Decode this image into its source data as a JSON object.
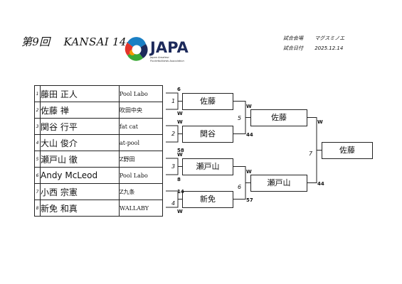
{
  "header": {
    "title_parts": [
      "第9回",
      "KANSAI 14-1"
    ],
    "logo_text": "JAPA",
    "logo_sub_1": "Japan Amateur",
    "logo_sub_2": "Pocketbilliards Association",
    "venue_label": "試合会場",
    "venue_value": "マグスミノエ",
    "date_label": "試合日付",
    "date_value": "2025.12.14"
  },
  "colors": {
    "logo_blue": "#1a7fc4",
    "logo_green": "#3aa935",
    "logo_red": "#e4332a",
    "logo_orange": "#f39800",
    "logo_navy": "#1d2a5b"
  },
  "players": [
    {
      "seed": "1",
      "name": "藤田 正人",
      "club": "Pool Labo"
    },
    {
      "seed": "2",
      "name": "佐藤 禅",
      "club": "吹田中央"
    },
    {
      "seed": "3",
      "name": "関谷 行平",
      "club": "fat cat"
    },
    {
      "seed": "4",
      "name": "大山 俊介",
      "club": "at-pool"
    },
    {
      "seed": "5",
      "name": "瀬戸山 徹",
      "club": "Z野田"
    },
    {
      "seed": "6",
      "name": "Andy McLeod",
      "club": "Pool Labo"
    },
    {
      "seed": "7",
      "name": "小西 宗憲",
      "club": "Z九条"
    },
    {
      "seed": "8",
      "name": "新免 和真",
      "club": "WALLABY"
    }
  ],
  "round1": [
    {
      "match": "1",
      "winner": "佐藤",
      "top_score": "6",
      "bottom_score": "W"
    },
    {
      "match": "2",
      "winner": "関谷",
      "top_score": "W",
      "bottom_score": "58"
    },
    {
      "match": "3",
      "winner": "瀬戸山",
      "top_score": "W",
      "bottom_score": "8"
    },
    {
      "match": "4",
      "winner": "新免",
      "top_score": "14",
      "bottom_score": "W"
    }
  ],
  "round2": [
    {
      "match": "5",
      "winner": "佐藤",
      "top_score": "W",
      "bottom_score": "44"
    },
    {
      "match": "6",
      "winner": "瀬戸山",
      "top_score": "W",
      "bottom_score": "57"
    }
  ],
  "final": {
    "match": "7",
    "winner": "佐藤",
    "top_score": "W",
    "bottom_score": "44"
  }
}
